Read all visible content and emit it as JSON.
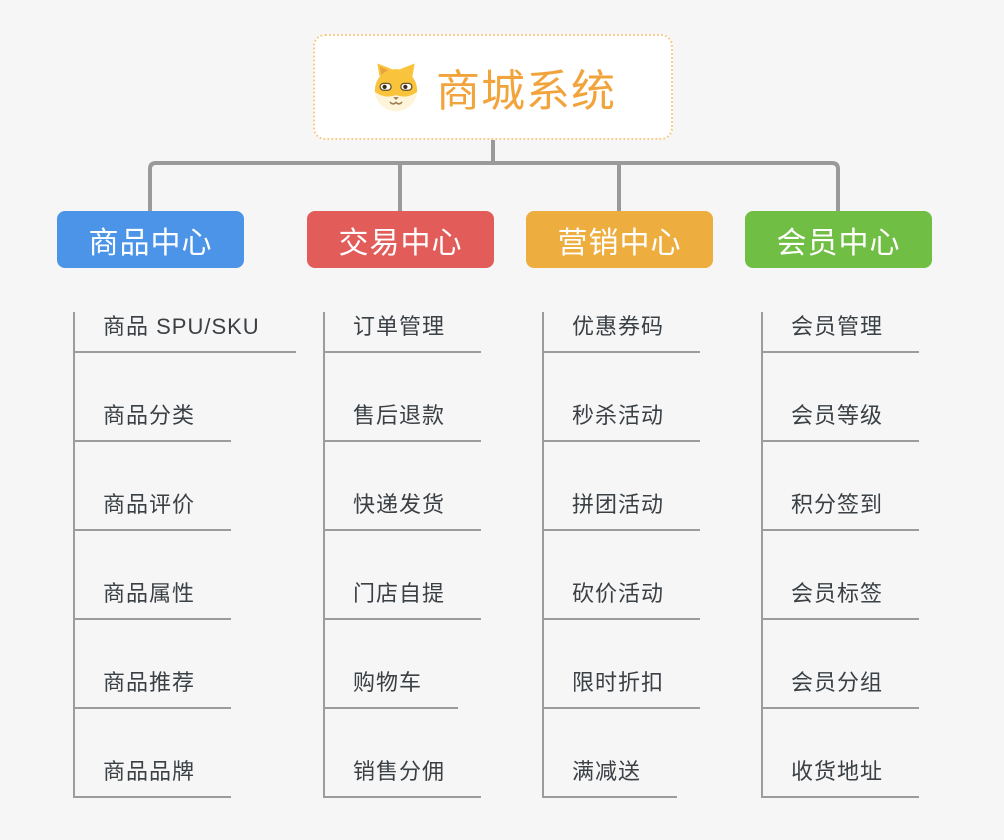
{
  "root": {
    "title": "商城系统",
    "icon": "doge-icon"
  },
  "branches": [
    {
      "id": "product",
      "label": "商品中心",
      "color": "#4b94e8",
      "children": [
        "商品 SPU/SKU",
        "商品分类",
        "商品评价",
        "商品属性",
        "商品推荐",
        "商品品牌"
      ]
    },
    {
      "id": "trade",
      "label": "交易中心",
      "color": "#e25c5a",
      "children": [
        "订单管理",
        "售后退款",
        "快递发货",
        "门店自提",
        "购物车",
        "销售分佣"
      ]
    },
    {
      "id": "marketing",
      "label": "营销中心",
      "color": "#edad3f",
      "children": [
        "优惠券码",
        "秒杀活动",
        "拼团活动",
        "砍价活动",
        "限时折扣",
        "满减送"
      ]
    },
    {
      "id": "member",
      "label": "会员中心",
      "color": "#70be44",
      "children": [
        "会员管理",
        "会员等级",
        "积分签到",
        "会员标签",
        "会员分组",
        "收货地址"
      ]
    }
  ],
  "colors": {
    "background": "#f6f6f6",
    "connector": "#9a9a9a",
    "child_line": "#9c9c9c",
    "root_border": "#f5cd8e",
    "root_title": "#f2a43c",
    "header_text": "#ffffff",
    "child_text": "#3b4045"
  }
}
